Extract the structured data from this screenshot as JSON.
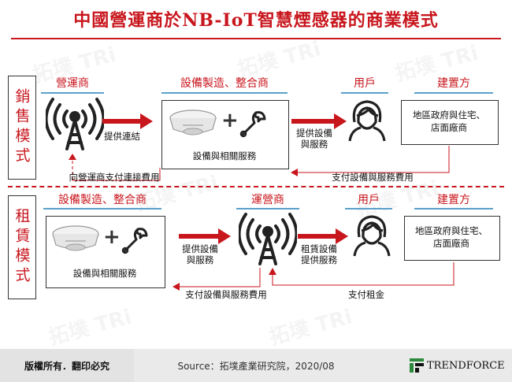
{
  "title": "中國營運商於NB-IoT智慧煙感器的商業模式",
  "sales": {
    "side_label": "銷售模式",
    "operator_hdr": "營運商",
    "device_hdr": "設備製造、整合商",
    "user_hdr": "用戶",
    "builder_hdr": "建置方",
    "provide_conn": "提供連結",
    "device_box": "設備與相關服務",
    "provide_device_1": "提供設備",
    "provide_device_2": "與服務",
    "builder_box_1": "地區政府與住宅、",
    "builder_box_2": "店面廠商",
    "pay_operator": "向營運商支付連接費用",
    "pay_device": "支付設備與服務費用"
  },
  "rental": {
    "side_label": "租賃模式",
    "device_hdr": "設備製造、整合商",
    "operator_hdr": "運營商",
    "user_hdr": "用戶",
    "builder_hdr": "建置方",
    "device_box": "設備與相關服務",
    "provide_device_1": "提供設備",
    "provide_device_2": "與服務",
    "lease_1": "租賃設備",
    "lease_2": "提供服務",
    "builder_box_1": "地區政府與住宅、",
    "builder_box_2": "店面廠商",
    "pay_device": "支付設備與服務費用",
    "pay_rent": "支付租金"
  },
  "footer": {
    "rights": "版權所有．翻印必究",
    "source": "Source：拓墣產業研究院，2020/08",
    "brand": "TRENDFORCE"
  },
  "colors": {
    "accent": "#c8161d",
    "underline": "#5aa0c8"
  }
}
